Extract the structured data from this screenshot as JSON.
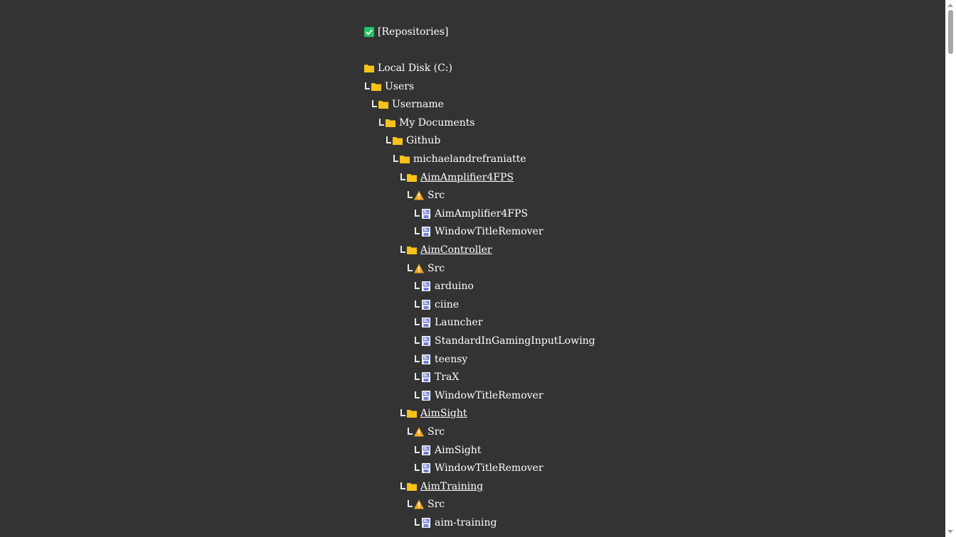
{
  "repositories": {
    "checked": true,
    "label": "[Repositories]"
  },
  "tree": [
    {
      "label": "Local Disk (C:)",
      "icon": "folder-icon",
      "depth": 0,
      "link": false,
      "connector": false
    },
    {
      "label": "Users",
      "icon": "folder-icon",
      "depth": 1,
      "link": false,
      "connector": true
    },
    {
      "label": "Username",
      "icon": "folder-icon",
      "depth": 2,
      "link": false,
      "connector": true
    },
    {
      "label": "My Documents",
      "icon": "folder-icon",
      "depth": 3,
      "link": false,
      "connector": true
    },
    {
      "label": "Github",
      "icon": "folder-icon",
      "depth": 4,
      "link": false,
      "connector": true
    },
    {
      "label": "michaelandrefraniatte",
      "icon": "folder-icon",
      "depth": 5,
      "link": false,
      "connector": true
    },
    {
      "label": "AimAmplifier4FPS",
      "icon": "folder-icon",
      "depth": 6,
      "link": true,
      "connector": true
    },
    {
      "label": "Src",
      "icon": "warning-icon",
      "depth": 7,
      "link": false,
      "connector": true
    },
    {
      "label": "AimAmplifier4FPS",
      "icon": "file-icon",
      "depth": 8,
      "link": false,
      "connector": true
    },
    {
      "label": "WindowTitleRemover",
      "icon": "file-icon",
      "depth": 8,
      "link": false,
      "connector": true
    },
    {
      "label": "AimController",
      "icon": "folder-icon",
      "depth": 6,
      "link": true,
      "connector": true
    },
    {
      "label": "Src",
      "icon": "warning-icon",
      "depth": 7,
      "link": false,
      "connector": true
    },
    {
      "label": "arduino",
      "icon": "file-icon",
      "depth": 8,
      "link": false,
      "connector": true
    },
    {
      "label": "ciine",
      "icon": "file-icon",
      "depth": 8,
      "link": false,
      "connector": true
    },
    {
      "label": "Launcher",
      "icon": "file-icon",
      "depth": 8,
      "link": false,
      "connector": true
    },
    {
      "label": "StandardInGamingInputLowing",
      "icon": "file-icon",
      "depth": 8,
      "link": false,
      "connector": true
    },
    {
      "label": "teensy",
      "icon": "file-icon",
      "depth": 8,
      "link": false,
      "connector": true
    },
    {
      "label": "TraX",
      "icon": "file-icon",
      "depth": 8,
      "link": false,
      "connector": true
    },
    {
      "label": "WindowTitleRemover",
      "icon": "file-icon",
      "depth": 8,
      "link": false,
      "connector": true
    },
    {
      "label": "AimSight",
      "icon": "folder-icon",
      "depth": 6,
      "link": true,
      "connector": true
    },
    {
      "label": "Src",
      "icon": "warning-icon",
      "depth": 7,
      "link": false,
      "connector": true
    },
    {
      "label": "AimSight",
      "icon": "file-icon",
      "depth": 8,
      "link": false,
      "connector": true
    },
    {
      "label": "WindowTitleRemover",
      "icon": "file-icon",
      "depth": 8,
      "link": false,
      "connector": true
    },
    {
      "label": "AimTraining",
      "icon": "folder-icon",
      "depth": 6,
      "link": true,
      "connector": true
    },
    {
      "label": "Src",
      "icon": "warning-icon",
      "depth": 7,
      "link": false,
      "connector": true
    },
    {
      "label": "aim-training",
      "icon": "file-icon",
      "depth": 8,
      "link": false,
      "connector": true
    }
  ],
  "colors": {
    "background": "#333333",
    "text": "#ffffff",
    "folder": "#f8c21a",
    "warning": "#f4a51c",
    "checkbox": "#21c46b",
    "file": "#6f7fd6"
  }
}
